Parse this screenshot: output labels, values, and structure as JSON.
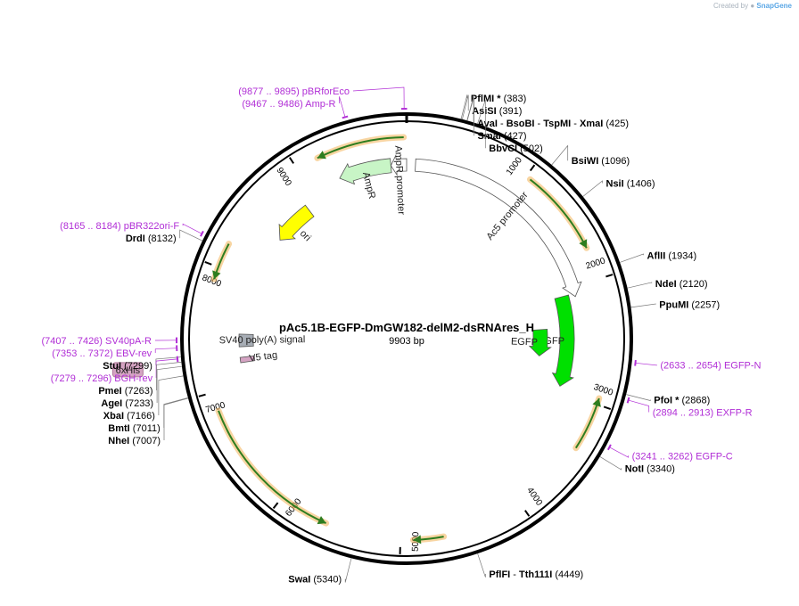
{
  "credit": {
    "prefix": "Created by",
    "brand": "SnapGene"
  },
  "title": "pAc5.1B-EGFP-DmGW182-delM2-dsRNAres_H",
  "size_label": "9903 bp",
  "total_bp": 9903,
  "colors": {
    "backbone": "#000000",
    "primer": "#b12fd6",
    "orf_glow": "#f2b256",
    "orf_arrow": "#2e7d1f",
    "egfp": "#00e000",
    "ampr": "#c8f5c6",
    "ori": "#ffff00",
    "promoter": "#ffffff",
    "polyA": "#a7adb5",
    "tag": "#d4a3c2"
  },
  "ticks": [
    {
      "pos": 1000,
      "label": "1000"
    },
    {
      "pos": 2000,
      "label": "2000"
    },
    {
      "pos": 3000,
      "label": "3000"
    },
    {
      "pos": 4000,
      "label": "4000"
    },
    {
      "pos": 5000,
      "label": "5000"
    },
    {
      "pos": 6000,
      "label": "6000"
    },
    {
      "pos": 7000,
      "label": "7000"
    },
    {
      "pos": 8000,
      "label": "8000"
    },
    {
      "pos": 9000,
      "label": "9000"
    }
  ],
  "orf_arcs": [
    {
      "start": 1040,
      "end": 1740,
      "dir": 1
    },
    {
      "start": 2950,
      "end": 3380,
      "dir": -1
    },
    {
      "start": 4660,
      "end": 4900,
      "dir": 1
    },
    {
      "start": 5600,
      "end": 6850,
      "dir": -1
    },
    {
      "start": 7900,
      "end": 8200,
      "dir": -1
    },
    {
      "start": 9180,
      "end": 9880,
      "dir": -1
    }
  ],
  "features": [
    {
      "label": "AmpR promoter",
      "type": "promoter",
      "start": 9903,
      "end": 9760,
      "ring": 1,
      "dir": -1
    },
    {
      "label": "AmpR",
      "type": "ampr",
      "start": 9760,
      "end": 9280,
      "ring": 1,
      "dir": -1
    },
    {
      "label": "Ac5 promoter",
      "type": "promoter",
      "start": 80,
      "end": 2090,
      "ring": 1,
      "dir": 1
    },
    {
      "label": "ori",
      "type": "ori",
      "start": 8880,
      "end": 8470,
      "ring": 2,
      "dir": -1
    },
    {
      "label": "EGFP",
      "type": "egfp",
      "start": 2060,
      "end": 2950,
      "ring": 2,
      "dir": 1
    },
    {
      "label": "EGFP",
      "type": "egfp",
      "start": 2370,
      "end": 2680,
      "ring": 3,
      "dir": 1
    },
    {
      "label": "SV40 poly(A) signal",
      "type": "polyA",
      "start": 7350,
      "end": 7470,
      "ring": 2,
      "dir": 0
    },
    {
      "label": "V5 tag",
      "type": "tag",
      "start": 7200,
      "end": 7250,
      "ring": 2,
      "dir": 0
    }
  ],
  "tag_6xhis": "6xHis",
  "enzymes": [
    {
      "name": "PflMI",
      "star": true,
      "loc": "(383)",
      "pos": 383
    },
    {
      "name": "AsiSI",
      "loc": "(391)",
      "pos": 391
    },
    {
      "name": "AvaI",
      "extra": [
        "BsoBI",
        "TspMI",
        "XmaI"
      ],
      "loc": "(425)",
      "pos": 425
    },
    {
      "name": "SmaI",
      "loc": "(427)",
      "pos": 427
    },
    {
      "name": "BbvCI",
      "loc": "(502)",
      "pos": 502
    },
    {
      "name": "BsiWI",
      "loc": "(1096)",
      "pos": 1096
    },
    {
      "name": "NsiI",
      "loc": "(1406)",
      "pos": 1406
    },
    {
      "name": "AflII",
      "loc": "(1934)",
      "pos": 1934
    },
    {
      "name": "NdeI",
      "loc": "(2120)",
      "pos": 2120
    },
    {
      "name": "PpuMI",
      "loc": "(2257)",
      "pos": 2257
    },
    {
      "name": "PfoI",
      "star": true,
      "loc": "(2868)",
      "pos": 2868
    },
    {
      "name": "NotI",
      "loc": "(3340)",
      "pos": 3340
    },
    {
      "name": "PflFI",
      "extra": [
        "Tth111I"
      ],
      "loc": "(4449)",
      "pos": 4449
    },
    {
      "name": "SwaI",
      "loc": "(5340)",
      "pos": 5340
    },
    {
      "name": "NheI",
      "loc": "(7007)",
      "pos": 7007
    },
    {
      "name": "BmtI",
      "loc": "(7011)",
      "pos": 7011
    },
    {
      "name": "XbaI",
      "loc": "(7166)",
      "pos": 7166
    },
    {
      "name": "AgeI",
      "loc": "(7233)",
      "pos": 7233
    },
    {
      "name": "PmeI",
      "loc": "(7263)",
      "pos": 7263
    },
    {
      "name": "StuI",
      "loc": "(7299)",
      "pos": 7299
    },
    {
      "name": "DrdI",
      "loc": "(8132)",
      "pos": 8132
    }
  ],
  "primers": [
    {
      "name": "pBRforEco",
      "loc": "(9877 .. 9895)",
      "pos": 9886
    },
    {
      "name": "Amp-R",
      "loc": "(9467 .. 9486)",
      "pos": 9476
    },
    {
      "name": "pBR322ori-F",
      "loc": "(8165 .. 8184)",
      "pos": 8174
    },
    {
      "name": "SV40pA-R",
      "loc": "(7407 .. 7426)",
      "pos": 7416
    },
    {
      "name": "EBV-rev",
      "loc": "(7353 .. 7372)",
      "pos": 7362
    },
    {
      "name": "BGH-rev",
      "loc": "(7279 .. 7296)",
      "pos": 7287
    },
    {
      "name": "EGFP-N",
      "loc": "(2633 .. 2654)",
      "pos": 2643
    },
    {
      "name": "EXFP-R",
      "loc": "(2894 .. 2913)",
      "pos": 2903
    },
    {
      "name": "EGFP-C",
      "loc": "(3241 .. 3262)",
      "pos": 3251
    }
  ]
}
